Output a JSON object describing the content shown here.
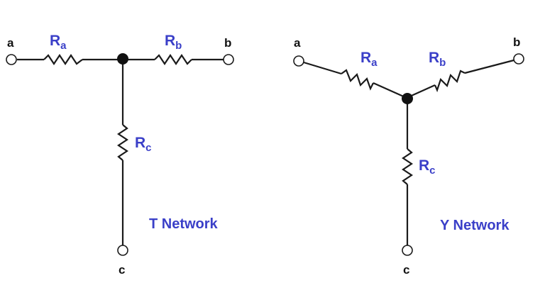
{
  "colors": {
    "wire": "#1a1a1a",
    "label_blue": "#3a3fc8",
    "node_text": "#111111",
    "background": "#ffffff"
  },
  "t_network": {
    "caption": "T Network",
    "nodes": {
      "a": "a",
      "b": "b",
      "c": "c"
    },
    "resistors": {
      "ra": {
        "symbol": "R",
        "subscript": "a"
      },
      "rb": {
        "symbol": "R",
        "subscript": "b"
      },
      "rc": {
        "symbol": "R",
        "subscript": "c"
      }
    }
  },
  "y_network": {
    "caption": "Y Network",
    "nodes": {
      "a": "a",
      "b": "b",
      "c": "c"
    },
    "resistors": {
      "ra": {
        "symbol": "R",
        "subscript": "a"
      },
      "rb": {
        "symbol": "R",
        "subscript": "b"
      },
      "rc": {
        "symbol": "R",
        "subscript": "c"
      }
    }
  }
}
